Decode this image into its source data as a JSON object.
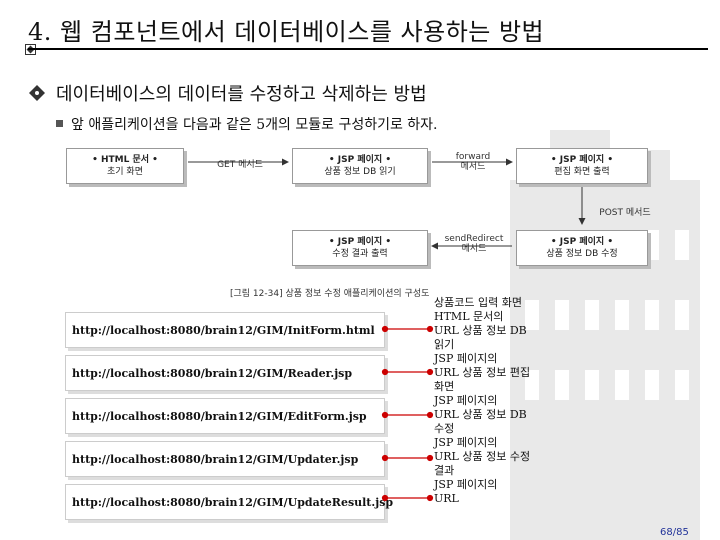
{
  "title": "4. 웹 컴포넌트에서 데이터베이스를 사용하는 방법",
  "bullet1": "데이터베이스의 데이터를 수정하고 삭제하는 방법",
  "bullet2": "앞 애플리케이션을 다음과 같은 5개의 모듈로 구성하기로 하자.",
  "diagram": {
    "boxes": [
      {
        "head": "• HTML 문서 •",
        "body": "초기 화면"
      },
      {
        "head": "• JSP 페이지 •",
        "body": "상품 정보 DB 읽기"
      },
      {
        "head": "• JSP 페이지 •",
        "body": "편집 화면 출력"
      },
      {
        "head": "• JSP 페이지 •",
        "body": "수정 결과 출력"
      },
      {
        "head": "• JSP 페이지 •",
        "body": "상품 정보 DB 수정"
      }
    ],
    "labels": {
      "get": "GET 메서드",
      "forward": "forward\n메서드",
      "post": "POST 메서드",
      "redirect": "sendRedirect\n메서드"
    },
    "caption": "[그림 12-34] 상품 정보 수정 애플리케이션의 구성도"
  },
  "urls": [
    "http://localhost:8080/brain12/GIM/InitForm.html",
    "http://localhost:8080/brain12/GIM/Reader.jsp",
    "http://localhost:8080/brain12/GIM/EditForm.jsp",
    "http://localhost:8080/brain12/GIM/Updater.jsp",
    "http://localhost:8080/brain12/GIM/UpdateResult.jsp"
  ],
  "descriptions": [
    "상품코드 입력 화면",
    "HTML 문서의",
    "URL 상품 정보 DB 읽기",
    "JSP 페이지의",
    "URL 상품 정보 편집 화면",
    "JSP 페이지의",
    "URL 상품 정보 DB 수정",
    "JSP 페이지의",
    "URL 상품 정보 수정 결과",
    "JSP 페이지의",
    "URL"
  ],
  "page_number": "68/85",
  "colors": {
    "accent": "#cc0000",
    "page_num": "#223399"
  }
}
